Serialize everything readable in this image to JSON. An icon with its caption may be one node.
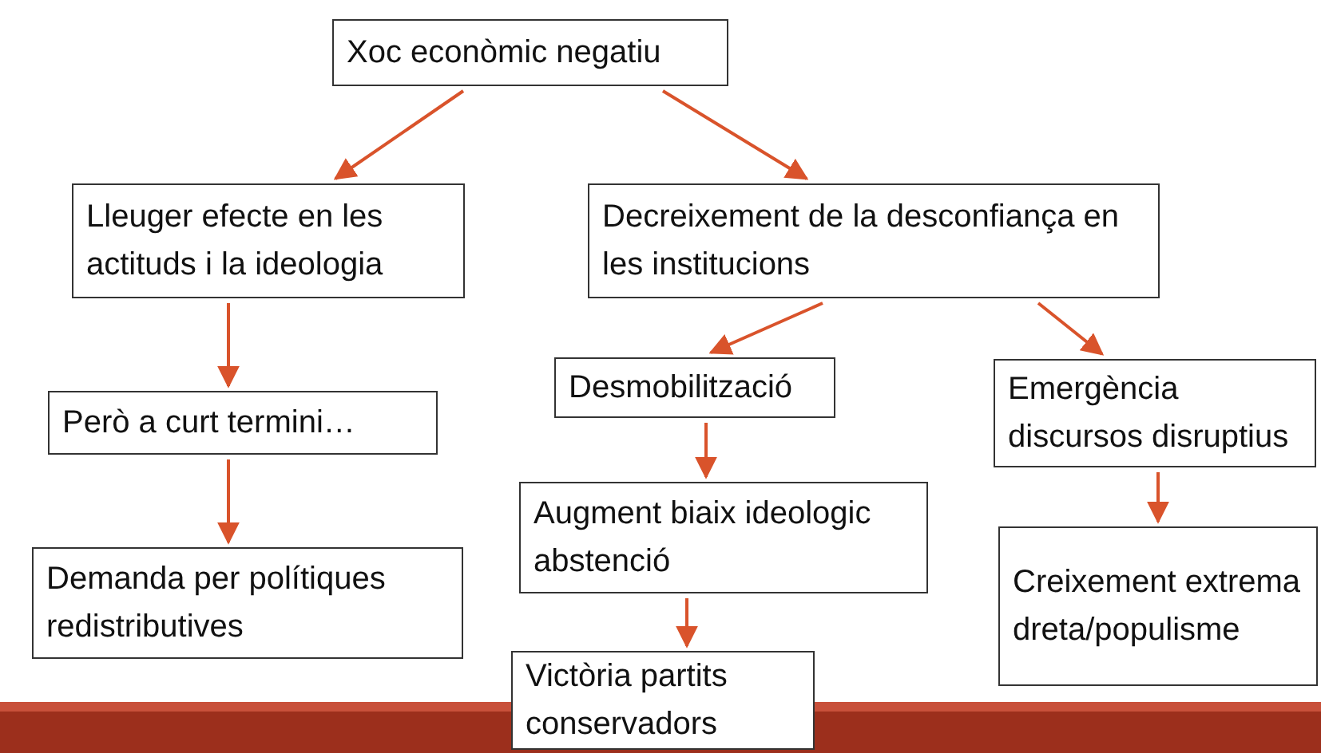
{
  "diagram": {
    "nodes": [
      {
        "text": [
          "Xoc econòmic negatiu"
        ]
      },
      {
        "text": [
          "Lleuger efecte en les actituds i la ideologia"
        ]
      },
      {
        "text": [
          "Decreixement de la desconfiança en les institucions"
        ]
      },
      {
        "text": [
          "Però a curt termini…"
        ]
      },
      {
        "text": [
          "Desmobilització"
        ]
      },
      {
        "text": [
          "Emergència discursos disruptius"
        ]
      },
      {
        "text": [
          "Demanda per polítiques redistributives"
        ]
      },
      {
        "text": [
          "Augment biaix ideologic abstenció"
        ]
      },
      {
        "text": [
          "Creixement extrema dreta/populisme"
        ]
      },
      {
        "text": [
          "Victòria partits conservadors"
        ]
      }
    ],
    "edges": [
      {
        "from": 0,
        "to": 1,
        "arrow": "to"
      },
      {
        "from": 0,
        "to": 2,
        "arrow": "to"
      },
      {
        "from": 1,
        "to": 3,
        "arrow": "to"
      },
      {
        "from": 3,
        "to": 6,
        "arrow": "to"
      },
      {
        "from": 2,
        "to": 4,
        "arrow": "to"
      },
      {
        "from": 2,
        "to": 5,
        "arrow": "to"
      },
      {
        "from": 4,
        "to": 7,
        "arrow": "to"
      },
      {
        "from": 7,
        "to": 9,
        "arrow": "to"
      },
      {
        "from": 5,
        "to": 8,
        "arrow": "to"
      }
    ]
  }
}
